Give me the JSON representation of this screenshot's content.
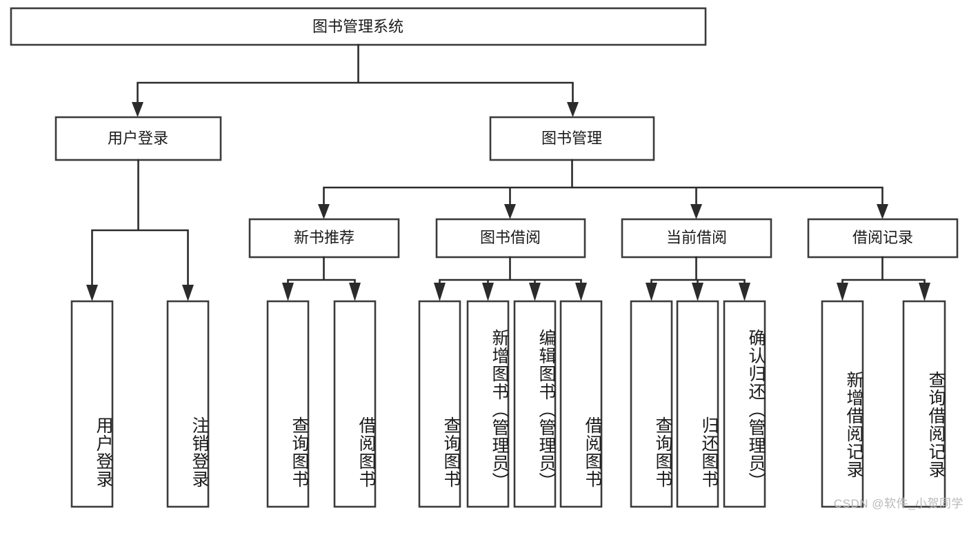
{
  "diagram": {
    "type": "tree",
    "title": "图书管理系统",
    "watermark": "CSDN @软件_小贺同学",
    "colors": {
      "box_stroke": "#3b3b3b",
      "connector": "#2b2b2b",
      "background": "#ffffff",
      "text": "#1a1a1a",
      "watermark": "#b9b9b9"
    },
    "levels": {
      "root": {
        "label": "图书管理系统"
      },
      "level2": [
        {
          "label": "用户登录"
        },
        {
          "label": "图书管理"
        }
      ],
      "level3": [
        {
          "label": "新书推荐"
        },
        {
          "label": "图书借阅"
        },
        {
          "label": "当前借阅"
        },
        {
          "label": "借阅记录"
        }
      ],
      "leaves": [
        {
          "label": "用户登录",
          "parent": "用户登录"
        },
        {
          "label": "注销登录",
          "parent": "用户登录"
        },
        {
          "label": "查询图书",
          "parent": "新书推荐"
        },
        {
          "label": "借阅图书",
          "parent": "新书推荐"
        },
        {
          "label": "查询图书",
          "parent": "图书借阅"
        },
        {
          "label": "新增图书（管理员）",
          "parent": "图书借阅"
        },
        {
          "label": "编辑图书（管理员）",
          "parent": "图书借阅"
        },
        {
          "label": "借阅图书",
          "parent": "图书借阅"
        },
        {
          "label": "查询图书",
          "parent": "当前借阅"
        },
        {
          "label": "归还图书",
          "parent": "当前借阅"
        },
        {
          "label": "确认归还（管理员）",
          "parent": "当前借阅"
        },
        {
          "label": "新增借阅记录",
          "parent": "借阅记录"
        },
        {
          "label": "查询借阅记录",
          "parent": "借阅记录"
        }
      ]
    }
  }
}
